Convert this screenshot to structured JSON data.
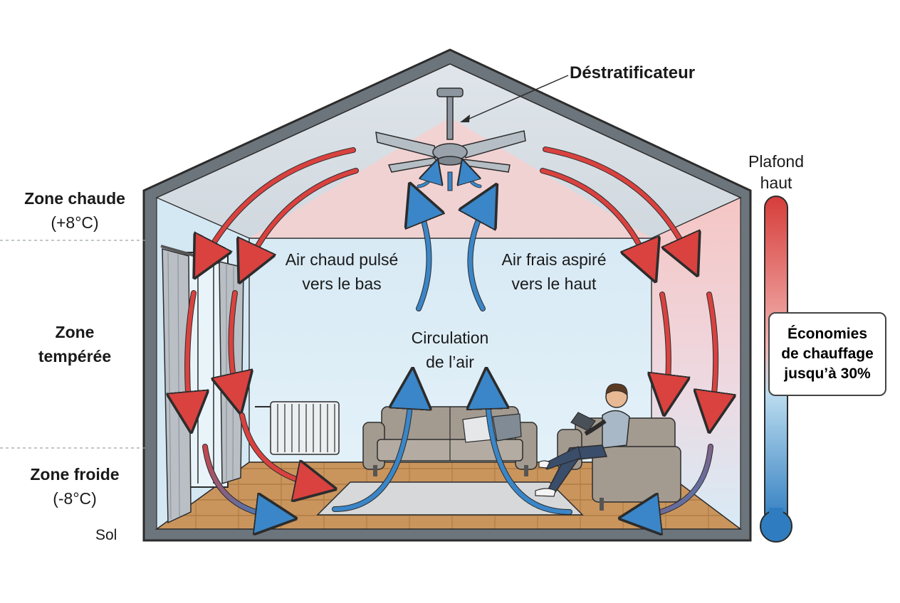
{
  "labels": {
    "device": "Déstratificateur",
    "warm_air": [
      "Air chaud pulsé",
      "vers le bas"
    ],
    "fresh_air": [
      "Air frais aspiré",
      "vers le haut"
    ],
    "circulation": [
      "Circulation",
      "de l’air"
    ],
    "ceiling": [
      "Plafond",
      "haut"
    ],
    "floor": "Sol"
  },
  "zones": [
    {
      "name": "Zone chaude",
      "temp": "(+8°C)"
    },
    {
      "name": [
        "Zone",
        "tempérée"
      ],
      "temp": ""
    },
    {
      "name": "Zone froide",
      "temp": "(-8°C)"
    }
  ],
  "savings": [
    "Économies",
    "de chauffage",
    "jusqu’à 30%"
  ],
  "colors": {
    "warm_arrow": "#d9423f",
    "cool_arrow": "#3a86c8",
    "outline": "#2c2c2c",
    "wall": "#6d757c",
    "warm_zone": "#f6d3d2",
    "cool_zone": "#dbeef8",
    "floor": "#c8955e"
  },
  "icons": [
    "ceiling-fan-icon",
    "radiator-icon",
    "sofa-icon",
    "person-reading-icon",
    "window-curtain-icon",
    "thermometer-icon"
  ]
}
